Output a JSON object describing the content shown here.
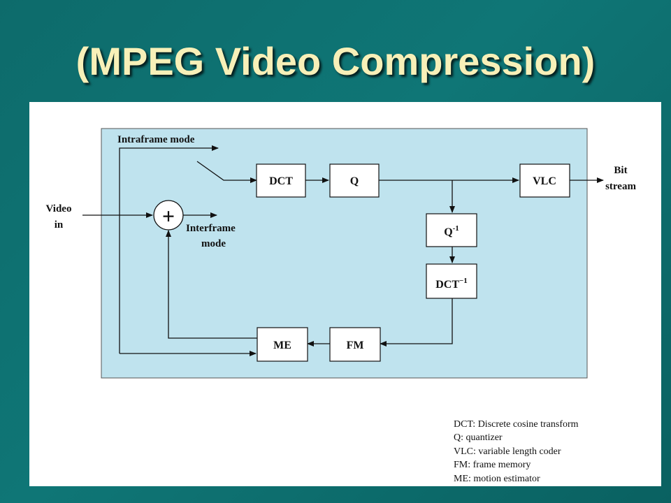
{
  "slide": {
    "title": "(MPEG Video Compression)",
    "colors": {
      "background": "#0f7676",
      "title": "#f7f0b8",
      "panel": "#bfe3ee",
      "card": "#ffffff"
    }
  },
  "diagram": {
    "blocks": {
      "dct": "DCT",
      "q": "Q",
      "vlc": "VLC",
      "q_inv_base": "Q",
      "q_inv_sup": "-1",
      "dct_inv_base": "DCT",
      "dct_inv_sup": "−1",
      "fm": "FM",
      "me": "ME"
    },
    "adder_symbol": "+",
    "labels": {
      "intraframe": "Intraframe mode",
      "interframe_1": "Interframe",
      "interframe_2": "mode",
      "video_1": "Video",
      "video_2": "in",
      "bit_1": "Bit",
      "bit_2": "stream"
    },
    "legend": [
      "DCT: Discrete cosine transform",
      "Q: quantizer",
      "VLC: variable length coder",
      "FM: frame memory",
      "ME: motion estimator"
    ]
  }
}
